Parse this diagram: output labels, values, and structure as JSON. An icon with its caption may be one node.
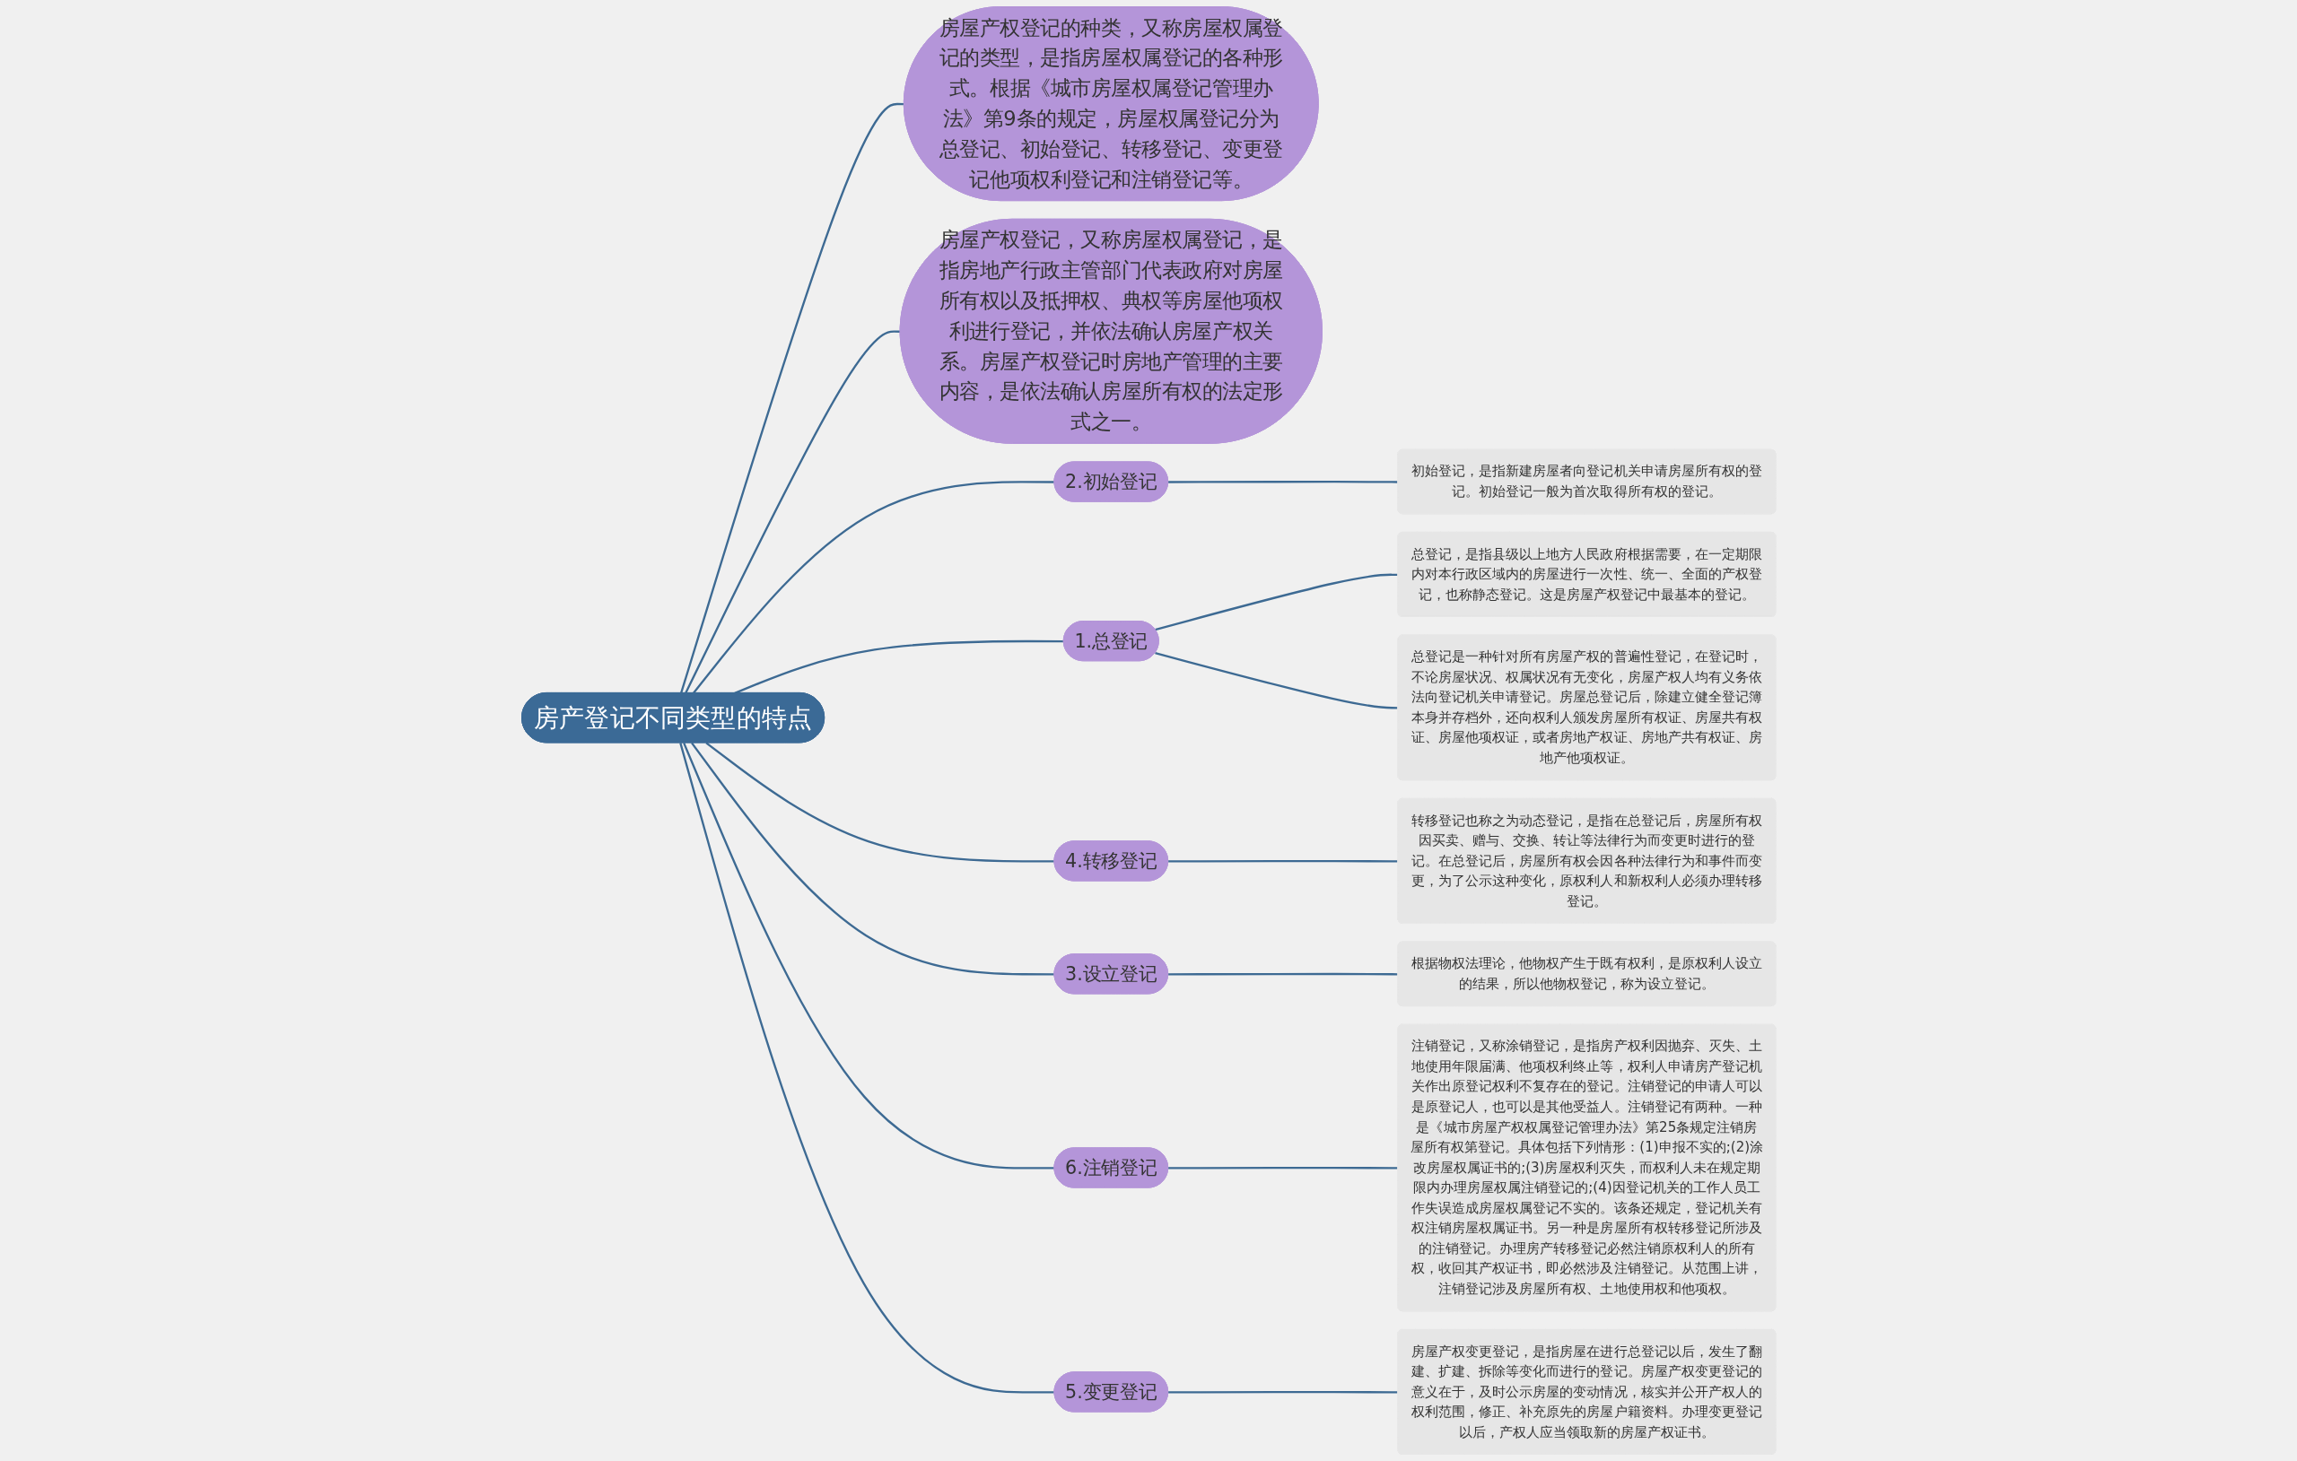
{
  "diagram": {
    "nodes": [
      {
        "text": [
          "房产登记不同类型的特点"
        ]
      },
      {
        "text": [
          "房屋产权登记的种类，又称房屋权属登记的类型，是指房屋权属登记的各种形式。根据《城市房屋权属登记管理办法》第9条的规定，房屋权属登记分为总登记、初始登记、转移登记、变更登记他项权利登记和注销登记等。"
        ]
      },
      {
        "text": [
          "房屋产权登记，又称房屋权属登记，是指房地产行政主管部门代表政府对房屋所有权以及抵押权、典权等房屋他项权利进行登记，并依法确认房屋产权关系。房屋产权登记时房地产管理的主要内容，是依法确认房屋所有权的法定形式之一。"
        ]
      },
      {
        "text": [
          "2.初始登记"
        ]
      },
      {
        "text": [
          "初始登记，是指新建房屋者向登记机关申请房屋所有权的登记。初始登记一般为首次取得所有权的登记。"
        ]
      },
      {
        "text": [
          "1.总登记"
        ]
      },
      {
        "text": [
          "总登记，是指县级以上地方人民政府根据需要，在一定期限内对本行政区域内的房屋进行一次性、统一、全面的产权登记，也称静态登记。这是房屋产权登记中最基本的登记。"
        ]
      },
      {
        "text": [
          "总登记是一种针对所有房屋产权的普遍性登记，在登记时，不论房屋状况、权属状况有无变化，房屋产权人均有义务依法向登记机关申请登记。房屋总登记后，除建立健全登记簿本身并存档外，还向权利人颁发房屋所有权证、房屋共有权证、房屋他项权证，或者房地产权证、房地产共有权证、房地产他项权证。"
        ]
      },
      {
        "text": [
          "4.转移登记"
        ]
      },
      {
        "text": [
          "转移登记也称之为动态登记，是指在总登记后，房屋所有权因买卖、赠与、交换、转让等法律行为而变更时进行的登记。在总登记后，房屋所有权会因各种法律行为和事件而变更，为了公示这种变化，原权利人和新权利人必须办理转移登记。"
        ]
      },
      {
        "text": [
          "3.设立登记"
        ]
      },
      {
        "text": [
          "根据物权法理论，他物权产生于既有权利，是原权利人设立的结果，所以他物权登记，称为设立登记。"
        ]
      },
      {
        "text": [
          "6.注销登记"
        ]
      },
      {
        "text": [
          "注销登记，又称涂销登记，是指房产权利因抛弃、灭失、土地使用年限届满、他项权利终止等，权利人申请房产登记机关作出原登记权利不复存在的登记。注销登记的申请人可以是原登记人，也可以是其他受益人。注销登记有两种。一种是《城市房屋产权权属登记管理办法》第25条规定注销房屋所有权第登记。具体包括下列情形：(1)申报不实的;(2)涂改房屋权属证书的;(3)房屋权利灭失，而权利人未在规定期限内办理房屋权属注销登记的;(4)因登记机关的工作人员工作失误造成房屋权属登记不实的。该条还规定，登记机关有权注销房屋权属证书。另一种是房屋所有权转移登记所涉及的注销登记。办理房产转移登记必然注销原权利人的所有权，收回其产权证书，即必然涉及注销登记。从范围上讲，注销登记涉及房屋所有权、土地使用权和他项权。"
        ]
      },
      {
        "text": [
          "5.变更登记"
        ]
      },
      {
        "text": [
          "房屋产权变更登记，是指房屋在进行总登记以后，发生了翻建、扩建、拆除等变化而进行的登记。房屋产权变更登记的意义在于，及时公示房屋的变动情况，核实并公开产权人的权利范围，修正、补充原先的房屋户籍资料。办理变更登记以后，产权人应当领取新的房屋产权证书。"
        ]
      }
    ],
    "edges": [
      {
        "from": 0,
        "to": 1,
        "arrow": "none"
      },
      {
        "from": 0,
        "to": 2,
        "arrow": "none"
      },
      {
        "from": 0,
        "to": 3,
        "arrow": "none"
      },
      {
        "from": 3,
        "to": 4,
        "arrow": "none"
      },
      {
        "from": 0,
        "to": 5,
        "arrow": "none"
      },
      {
        "from": 5,
        "to": 6,
        "arrow": "none"
      },
      {
        "from": 5,
        "to": 7,
        "arrow": "none"
      },
      {
        "from": 0,
        "to": 8,
        "arrow": "none"
      },
      {
        "from": 8,
        "to": 9,
        "arrow": "none"
      },
      {
        "from": 0,
        "to": 10,
        "arrow": "none"
      },
      {
        "from": 10,
        "to": 11,
        "arrow": "none"
      },
      {
        "from": 0,
        "to": 12,
        "arrow": "none"
      },
      {
        "from": 12,
        "to": 13,
        "arrow": "none"
      },
      {
        "from": 0,
        "to": 14,
        "arrow": "none"
      },
      {
        "from": 14,
        "to": 15,
        "arrow": "none"
      }
    ]
  }
}
